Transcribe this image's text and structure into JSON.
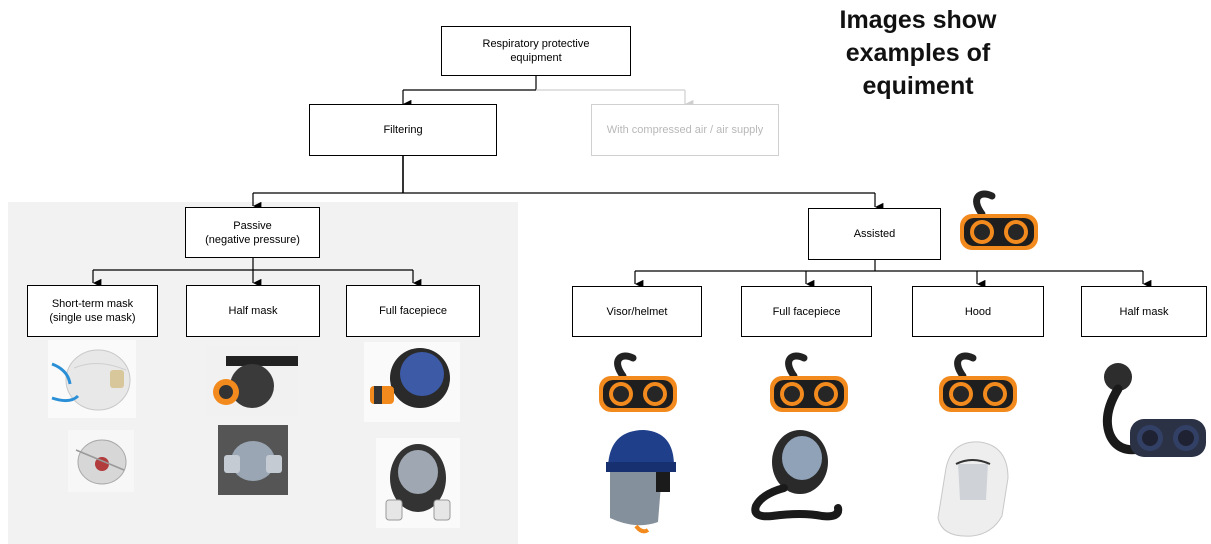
{
  "heading": "Images show examples of equiment",
  "heading_lines": [
    "Images show",
    "examples of",
    "equiment"
  ],
  "root": {
    "lines": [
      "Respiratory protective",
      "equipment"
    ]
  },
  "level1": {
    "filtering": "Filtering",
    "compressed_air": "With compressed air / air supply"
  },
  "level2": {
    "passive": {
      "lines": [
        "Passive",
        "(negative pressure)"
      ]
    },
    "assisted": "Assisted"
  },
  "passive_types": [
    {
      "lines": [
        "Short-term mask",
        "(single use mask)"
      ]
    },
    {
      "lines": [
        "Half mask"
      ]
    },
    {
      "lines": [
        "Full facepiece"
      ]
    }
  ],
  "assisted_types": [
    {
      "lines": [
        "Visor/helmet"
      ]
    },
    {
      "lines": [
        "Full facepiece"
      ]
    },
    {
      "lines": [
        "Hood"
      ]
    },
    {
      "lines": [
        "Half mask"
      ]
    }
  ],
  "colors": {
    "passive_panel": "#f2f2f2",
    "faded_text": "#b8b8b8",
    "blower_orange": "#f28a1e"
  },
  "images": [
    "disposable-mask-white",
    "disposable-mask-grey",
    "half-mask-with-filters",
    "half-mask-grey",
    "full-face-mask-blue",
    "full-face-mask-grey",
    "powered-blower-unit",
    "powered-visor-helmet",
    "powered-full-face-mask-with-hose",
    "powered-hood-white",
    "powered-half-mask-with-hose"
  ]
}
